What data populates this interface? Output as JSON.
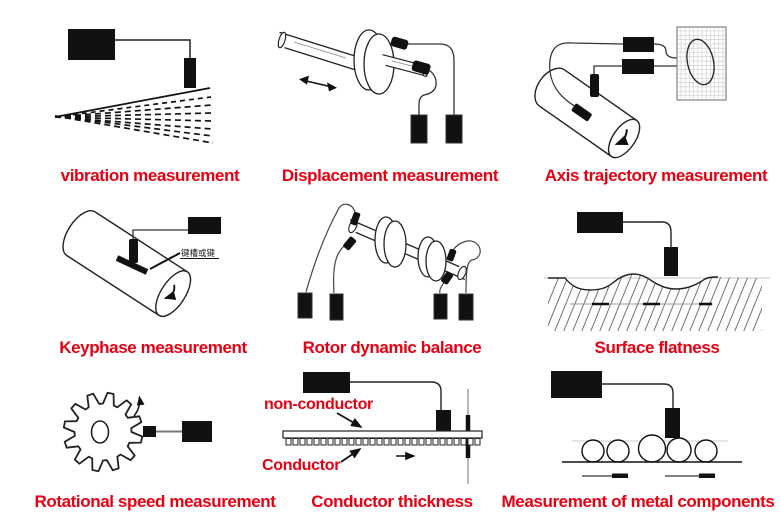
{
  "page": {
    "background": "#ffffff"
  },
  "colors": {
    "label_red": "#e60012",
    "ink": "#111111",
    "wire_gray": "#555555",
    "grid_gray": "#c9c9c9"
  },
  "cells": [
    {
      "id": "vibration-measurement",
      "label": "vibration measurement"
    },
    {
      "id": "displacement-measurement",
      "label": "Displacement measurement"
    },
    {
      "id": "axis-trajectory-measurement",
      "label": "Axis trajectory measurement"
    },
    {
      "id": "keyphase-measurement",
      "label": "Keyphase measurement",
      "annotation": "键槽或键"
    },
    {
      "id": "rotor-dynamic-balance",
      "label": "Rotor dynamic balance"
    },
    {
      "id": "surface-flatness",
      "label": "Surface flatness"
    },
    {
      "id": "rotational-speed-measurement",
      "label": "Rotational speed measurement"
    },
    {
      "id": "conductor-thickness",
      "label": "Conductor thickness",
      "annotations": {
        "top_layer": "non-conductor",
        "bottom_layer": "Conductor"
      }
    },
    {
      "id": "measurement-of-metal-components",
      "label": "Measurement of metal components"
    }
  ]
}
